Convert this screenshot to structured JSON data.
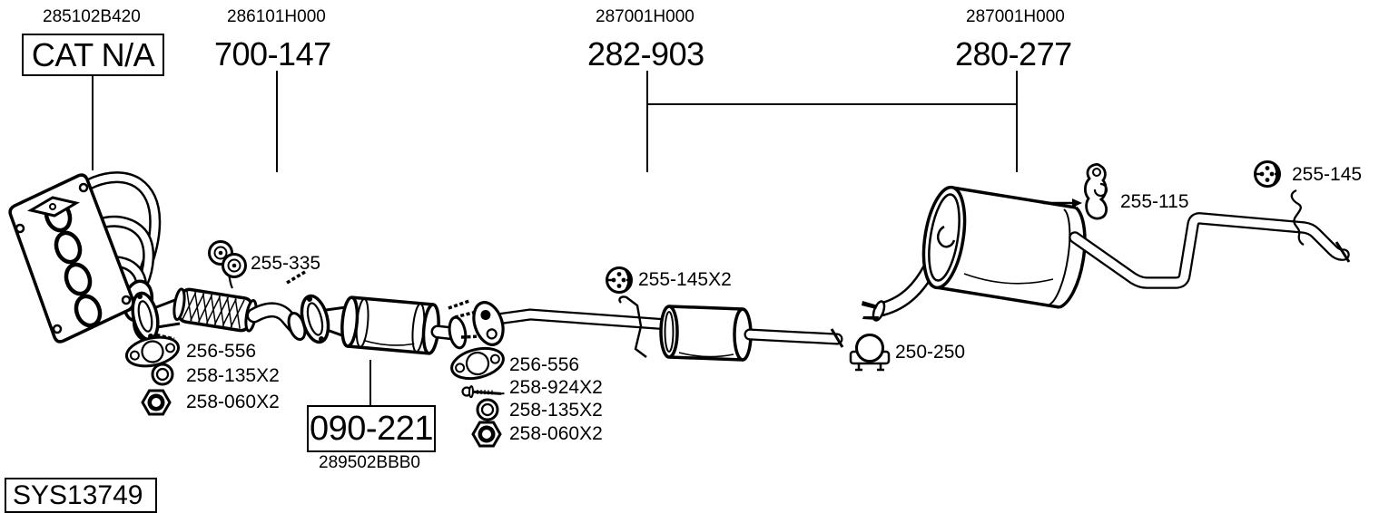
{
  "diagram": {
    "background": "#ffffff",
    "line_color": "#000000",
    "header": {
      "groups": [
        {
          "oe_number": "285102B420",
          "ref": "CAT N/A"
        },
        {
          "oe_number": "286101H000",
          "ref": "700-147"
        },
        {
          "oe_number": "287001H000",
          "ref": "282-903"
        },
        {
          "oe_number": "287001H000",
          "ref": "280-277"
        }
      ]
    },
    "catalytic_converter": {
      "ref": "090-221",
      "oe_number": "289502BBB0"
    },
    "front_parts": {
      "hanger": "255-335",
      "gasket": "256-556",
      "ring": "258-135X2",
      "nut": "258-060X2"
    },
    "mid_parts": {
      "gasket": "256-556",
      "bolt": "258-924X2",
      "ring": "258-135X2",
      "nut": "258-060X2"
    },
    "center_parts": {
      "hanger": "255-145X2",
      "clamp": "250-250"
    },
    "rear_parts": {
      "bracket": "255-115",
      "hanger": "255-145"
    },
    "footer": {
      "system_id": "SYS13749"
    },
    "icons": {
      "front_hanger": "double-eyelet-rubber-hanger-icon",
      "center_hanger": "round-rubber-hanger-icon",
      "tail_hanger": "round-rubber-hanger-icon",
      "gasket": "two-bolt-gasket-icon",
      "ring": "seal-ring-icon",
      "nut": "hex-nut-icon",
      "bolt": "bolt-icon",
      "clamp": "u-bolt-clamp-icon",
      "rear_bracket": "hanger-bracket-icon"
    }
  }
}
